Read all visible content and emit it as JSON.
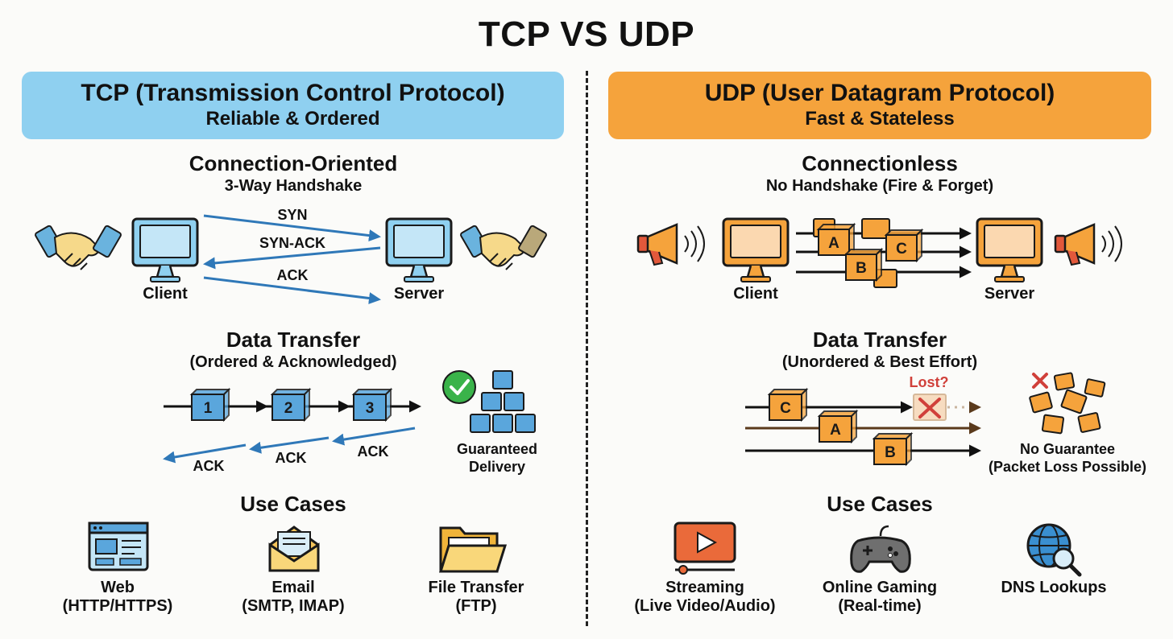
{
  "title": "TCP VS UDP",
  "tcp": {
    "banner_title": "TCP (Transmission Control Protocol)",
    "banner_subtitle": "Reliable & Ordered",
    "connection_heading": "Connection-Oriented",
    "connection_subheading": "3-Way Handshake",
    "client_label": "Client",
    "server_label": "Server",
    "handshake": [
      "SYN",
      "SYN-ACK",
      "ACK"
    ],
    "transfer_heading": "Data Transfer",
    "transfer_subheading": "(Ordered & Acknowledged)",
    "packets": [
      "1",
      "2",
      "3"
    ],
    "acks": [
      "ACK",
      "ACK",
      "ACK"
    ],
    "guarantee_line1": "Guaranteed",
    "guarantee_line2": "Delivery",
    "use_cases_heading": "Use Cases",
    "use_cases": [
      {
        "icon": "browser-window-icon",
        "title": "Web",
        "detail": "(HTTP/HTTPS)"
      },
      {
        "icon": "email-envelope-icon",
        "title": "Email",
        "detail": "(SMTP, IMAP)"
      },
      {
        "icon": "folder-icon",
        "title": "File Transfer",
        "detail": "(FTP)"
      }
    ],
    "color": "#8fd0f0"
  },
  "udp": {
    "banner_title": "UDP (User Datagram Protocol)",
    "banner_subtitle": "Fast & Stateless",
    "connection_heading": "Connectionless",
    "connection_subheading": "No Handshake (Fire & Forget)",
    "client_label": "Client",
    "server_label": "Server",
    "burst_packets": [
      "A",
      "C",
      "B"
    ],
    "transfer_heading": "Data Transfer",
    "transfer_subheading": "(Unordered & Best Effort)",
    "lost_label": "Lost?",
    "stream_packets": [
      "C",
      "A",
      "B"
    ],
    "guarantee_line1": "No Guarantee",
    "guarantee_line2": "(Packet Loss Possible)",
    "use_cases_heading": "Use Cases",
    "use_cases": [
      {
        "icon": "video-play-icon",
        "title": "Streaming",
        "detail": "(Live Video/Audio)"
      },
      {
        "icon": "gamepad-icon",
        "title": "Online Gaming",
        "detail": "(Real-time)"
      },
      {
        "icon": "globe-search-icon",
        "title": "DNS Lookups",
        "detail": ""
      }
    ],
    "color": "#f5a33c"
  }
}
